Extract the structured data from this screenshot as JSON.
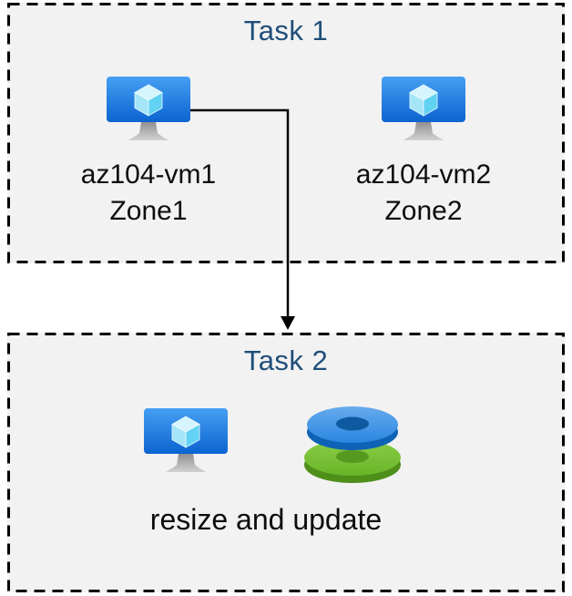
{
  "colors": {
    "box_background": "#f2f2f2",
    "box_border": "#000000",
    "task_title": "#1f4e79",
    "label_text": "#0d0d0d",
    "vm_screen_blue_top": "#459ff2",
    "vm_screen_blue_bottom": "#0c64d0",
    "disk_blue": "#2b86e0",
    "disk_green": "#68b528"
  },
  "task1": {
    "title": "Task 1",
    "vms": [
      {
        "name": "az104-vm1",
        "zone": "Zone1",
        "icon": "virtual-machine-icon"
      },
      {
        "name": "az104-vm2",
        "zone": "Zone2",
        "icon": "virtual-machine-icon"
      }
    ]
  },
  "task2": {
    "title": "Task 2",
    "caption": "resize and update",
    "icons": [
      "virtual-machine-icon",
      "disks-icon"
    ]
  }
}
